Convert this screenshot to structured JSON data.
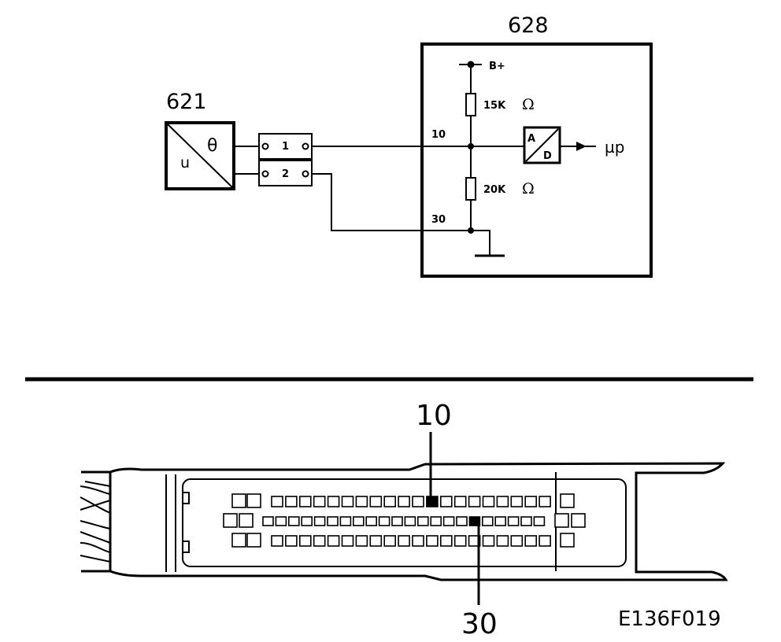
{
  "schematic": {
    "sensor": {
      "ref": "621",
      "symbol_theta": "θ",
      "symbol_u": "u"
    },
    "connector": {
      "pin1": "1",
      "pin2": "2"
    },
    "ecu": {
      "ref": "628",
      "supply": "B+",
      "r_top": "15K",
      "r_bottom": "20K",
      "ohm": "Ω",
      "pin_signal": "10",
      "pin_ground": "30",
      "adc_a": "A",
      "adc_d": "D",
      "output": "µp"
    }
  },
  "harness": {
    "pin_top": "10",
    "pin_bottom": "30",
    "figure_code": "E136F019"
  }
}
